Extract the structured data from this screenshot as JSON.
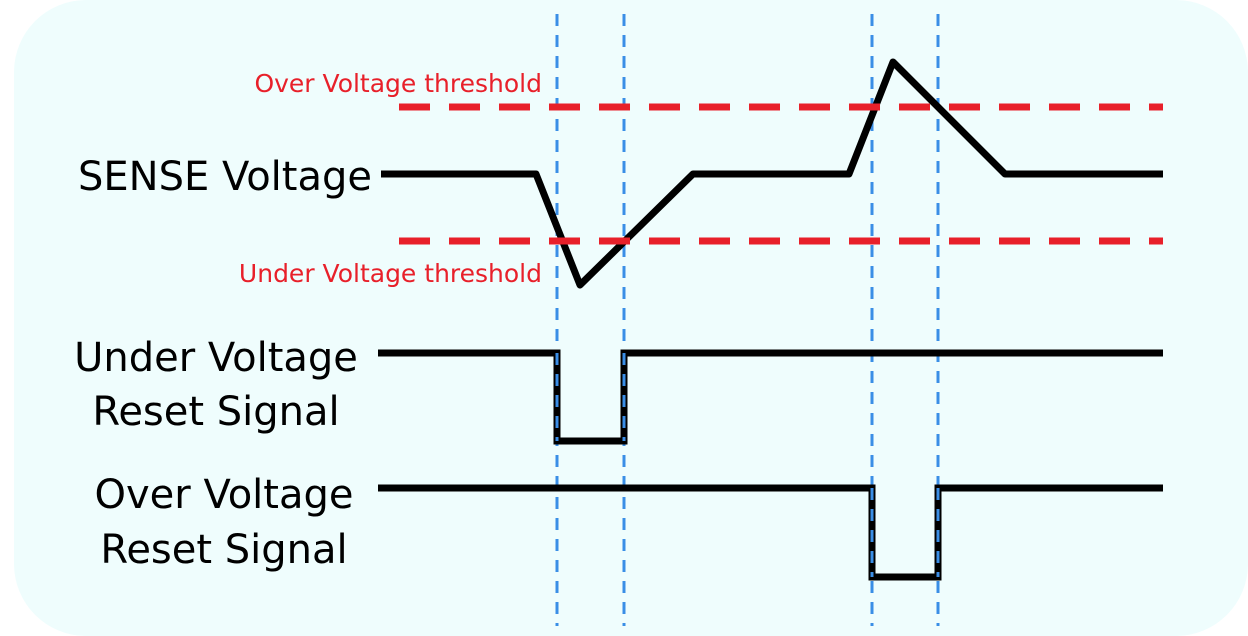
{
  "labels": {
    "sense_voltage": "SENSE Voltage",
    "under_voltage_reset_line1": "Under Voltage",
    "under_voltage_reset_line2": "Reset Signal",
    "over_voltage_reset_line1": "Over Voltage",
    "over_voltage_reset_line2": "Reset Signal",
    "over_voltage_threshold": "Over Voltage threshold",
    "under_voltage_threshold": "Under Voltage threshold"
  },
  "colors": {
    "panel_background": "#effdfd",
    "signal_line": "#000000",
    "threshold_line": "#e8202a",
    "time_marker": "#3a8ee6",
    "threshold_text": "#e8202a"
  }
}
